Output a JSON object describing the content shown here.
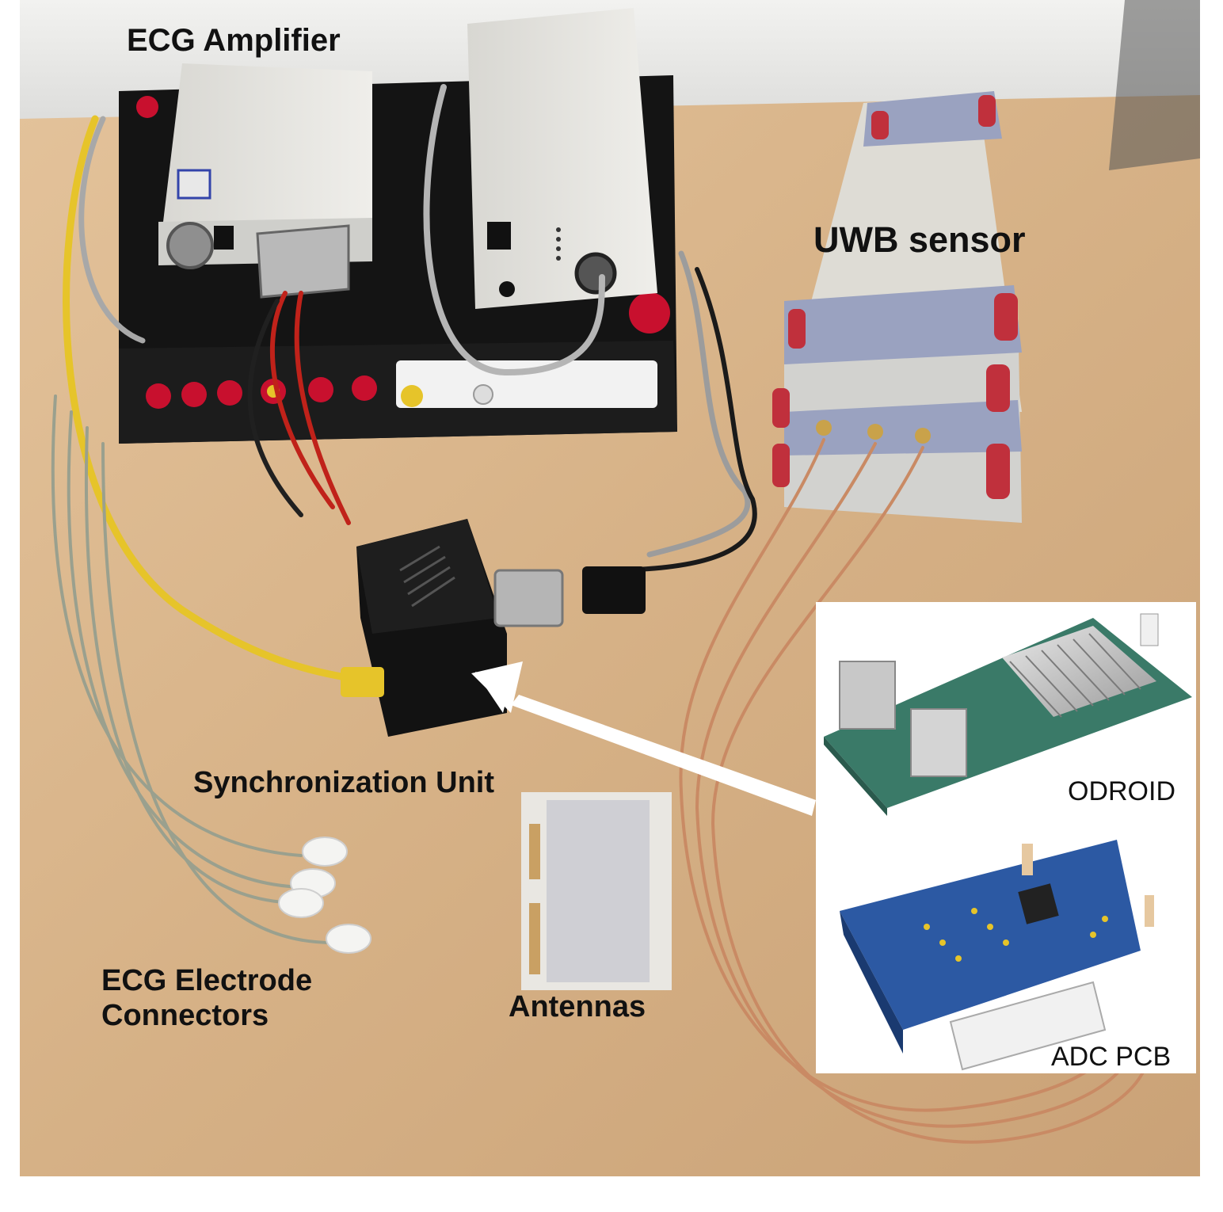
{
  "labels": {
    "ecg_amplifier": "ECG Amplifier",
    "uwb_sensor": "UWB sensor",
    "synchronization_unit": "Synchronization Unit",
    "ecg_electrode_connectors_line1": "ECG Electrode",
    "ecg_electrode_connectors_line2": "Connectors",
    "antennas": "Antennas",
    "odroid": "ODROID",
    "adc_pcb": "ADC PCB"
  },
  "colors": {
    "table": "#d9b68c",
    "wall": "#ececea",
    "amplifier_case": "#e4e3df",
    "base_unit": "#151515",
    "uwb_case": "#dcdcd6",
    "uwb_bumpers": "#9aa2c0",
    "odroid_board": "#3a7a68",
    "adc_board": "#2c59a3",
    "cable_yellow": "#e6c42a",
    "cable_red": "#c0221a",
    "cable_copper": "#c98a64",
    "arrow": "#ffffff"
  }
}
